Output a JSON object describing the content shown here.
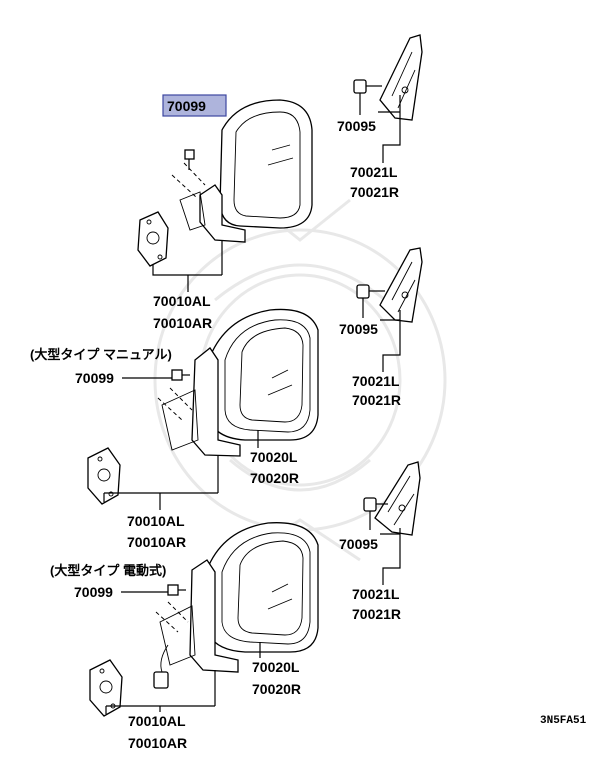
{
  "diagram": {
    "highlight_label": "70099",
    "drawing_code": "3N5FA51",
    "top_group": {
      "bolt": "70099",
      "base": [
        "70010AL",
        "70010AR"
      ],
      "bracket_bolt": "70095",
      "bracket": [
        "70021L",
        "70021R"
      ]
    },
    "middle_group": {
      "variant": "(大型タイプ マニュアル)",
      "bolt": "70099",
      "base": [
        "70010AL",
        "70010AR"
      ],
      "mirror": [
        "70020L",
        "70020R"
      ],
      "bracket_bolt": "70095",
      "bracket": [
        "70021L",
        "70021R"
      ]
    },
    "bottom_group": {
      "variant": "(大型タイプ 電動式)",
      "bolt": "70099",
      "base": [
        "70010AL",
        "70010AR"
      ],
      "mirror": [
        "70020L",
        "70020R"
      ],
      "bracket_bolt": "70095",
      "bracket": [
        "70021L",
        "70021R"
      ]
    }
  }
}
